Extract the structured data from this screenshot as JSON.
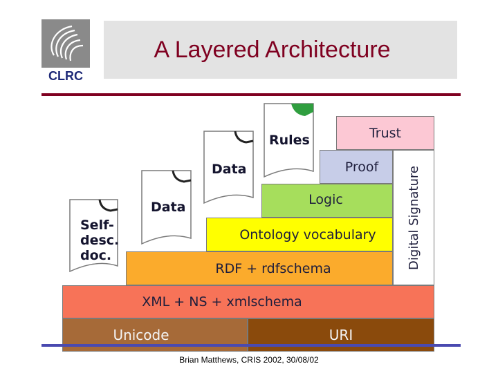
{
  "header": {
    "title": "A Layered Architecture",
    "logo_text": "CLRC"
  },
  "layers": {
    "unicode": "Unicode",
    "uri": "URI",
    "xml": "XML + NS + xmlschema",
    "rdf": "RDF + rdfschema",
    "ontology": "Ontology vocabulary",
    "logic": "Logic",
    "proof": "Proof",
    "trust": "Trust",
    "digital_signature": "Digital Signature"
  },
  "documents": {
    "self_desc": [
      "Self-",
      "desc.",
      "doc."
    ],
    "data_1": "Data",
    "data_2": "Data",
    "rules": "Rules"
  },
  "footer": {
    "caption": "Brian Matthews, CRIS 2002, 30/08/02"
  },
  "colors": {
    "title": "#7f0020",
    "unicode": "#a66a38",
    "uri": "#8a4a0c",
    "xml": "#f77358",
    "rdf": "#fbab2c",
    "ontology": "#ffff00",
    "logic": "#a6de5c",
    "proof": "#c7cde8",
    "trust": "#fcc8d4",
    "rules_fold": "#2f9e3f"
  }
}
